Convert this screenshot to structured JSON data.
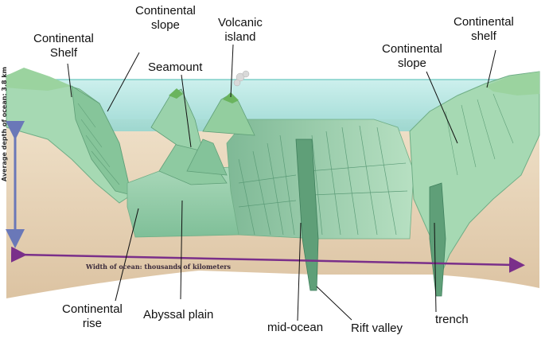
{
  "labels": {
    "continental_shelf_left": "Continental\nShelf",
    "continental_slope_left": "Continental\nslope",
    "volcanic_island": "Volcanic\nisland",
    "seamount": "Seamount",
    "continental_slope_right": "Continental\nslope",
    "continental_shelf_right": "Continental\nshelf",
    "continental_rise": "Continental\nrise",
    "abyssal_plain": "Abyssal plain",
    "mid_ocean": "mid-ocean",
    "rift_valley": "Rift valley",
    "trench": "trench"
  },
  "axes": {
    "depth": "Average depth of ocean: 3.8 km",
    "width": "Width of ocean: thousands of kilometers"
  },
  "colors": {
    "water": "#aee3df",
    "sediment": "#e9d7bf",
    "seafloor": "#8fc7a6",
    "land": "#8fd0a0",
    "depth_arrow": "#6a78b8",
    "width_arrow": "#7a2f8a"
  }
}
